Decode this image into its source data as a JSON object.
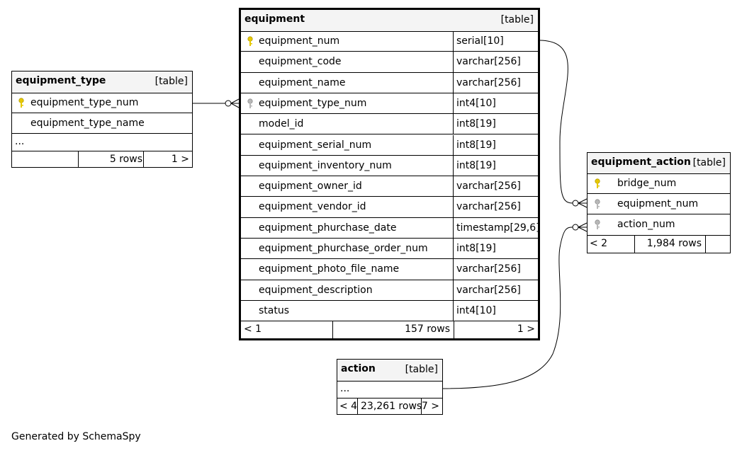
{
  "equipment": {
    "name": "equipment",
    "kind": "[table]",
    "columns": [
      {
        "name": "equipment_num",
        "type": "serial[10]"
      },
      {
        "name": "equipment_code",
        "type": "varchar[256]"
      },
      {
        "name": "equipment_name",
        "type": "varchar[256]"
      },
      {
        "name": "equipment_type_num",
        "type": "int4[10]"
      },
      {
        "name": "model_id",
        "type": "int8[19]"
      },
      {
        "name": "equipment_serial_num",
        "type": "int8[19]"
      },
      {
        "name": "equipment_inventory_num",
        "type": "int8[19]"
      },
      {
        "name": "equipment_owner_id",
        "type": "varchar[256]"
      },
      {
        "name": "equipment_vendor_id",
        "type": "varchar[256]"
      },
      {
        "name": "equipment_phurchase_date",
        "type": "timestamp[29,6]"
      },
      {
        "name": "equipment_phurchase_order_num",
        "type": "int8[19]"
      },
      {
        "name": "equipment_photo_file_name",
        "type": "varchar[256]"
      },
      {
        "name": "equipment_description",
        "type": "varchar[256]"
      },
      {
        "name": "status",
        "type": "int4[10]"
      }
    ],
    "footer": {
      "parents": "< 1",
      "rows": "157 rows",
      "children": "1 >"
    }
  },
  "equipment_type": {
    "name": "equipment_type",
    "kind": "[table]",
    "columns": [
      {
        "name": "equipment_type_num"
      },
      {
        "name": "equipment_type_name"
      }
    ],
    "ellipsis": "...",
    "footer": {
      "parents": "",
      "rows": "5 rows",
      "children": "1 >"
    }
  },
  "equipment_action": {
    "name": "equipment_action",
    "kind": "[table]",
    "columns": [
      {
        "name": "bridge_num"
      },
      {
        "name": "equipment_num"
      },
      {
        "name": "action_num"
      }
    ],
    "footer": {
      "parents": "< 2",
      "rows": "1,984 rows",
      "children": ""
    }
  },
  "action": {
    "name": "action",
    "kind": "[table]",
    "ellipsis": "...",
    "footer": {
      "parents": "< 4",
      "rows": "23,261 rows",
      "children": "7 >"
    }
  },
  "footer_text": "Generated by SchemaSpy",
  "colors": {
    "primary_key": "#e6c800",
    "foreign_key": "#b8b8b8",
    "header_bg": "#f4f4f4"
  }
}
